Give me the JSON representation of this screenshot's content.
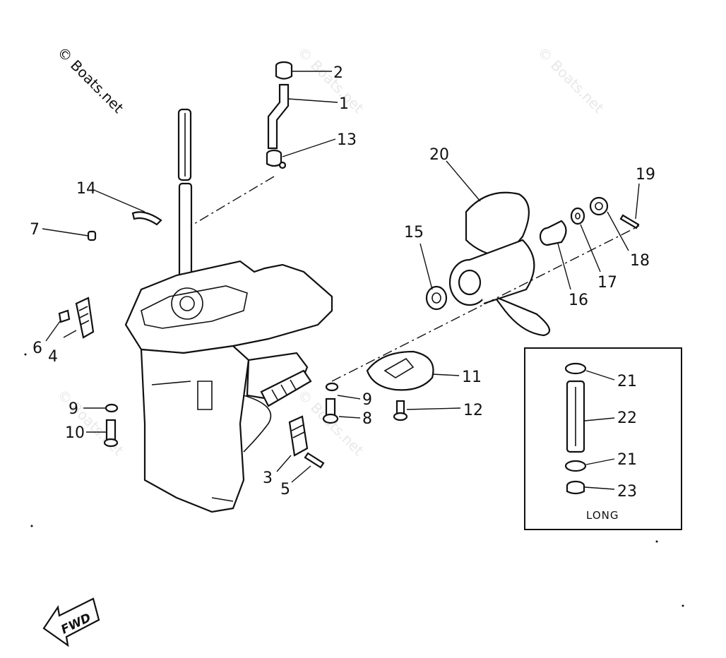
{
  "watermark": {
    "main": "© Boats.net",
    "faint": "© Boats.net"
  },
  "parts": {
    "p1": "1",
    "p2": "2",
    "p3": "3",
    "p4": "4",
    "p5": "5",
    "p6": "6",
    "p7": "7",
    "p8": "8",
    "p9a": "9",
    "p9b": "9",
    "p10": "10",
    "p11": "11",
    "p12": "12",
    "p13": "13",
    "p14": "14",
    "p15": "15",
    "p16": "16",
    "p17": "17",
    "p18": "18",
    "p19": "19",
    "p20": "20",
    "p21a": "21",
    "p21b": "21",
    "p22": "22",
    "p23": "23"
  },
  "inset": {
    "caption": "LONG"
  },
  "direction": {
    "label": "FWD"
  }
}
